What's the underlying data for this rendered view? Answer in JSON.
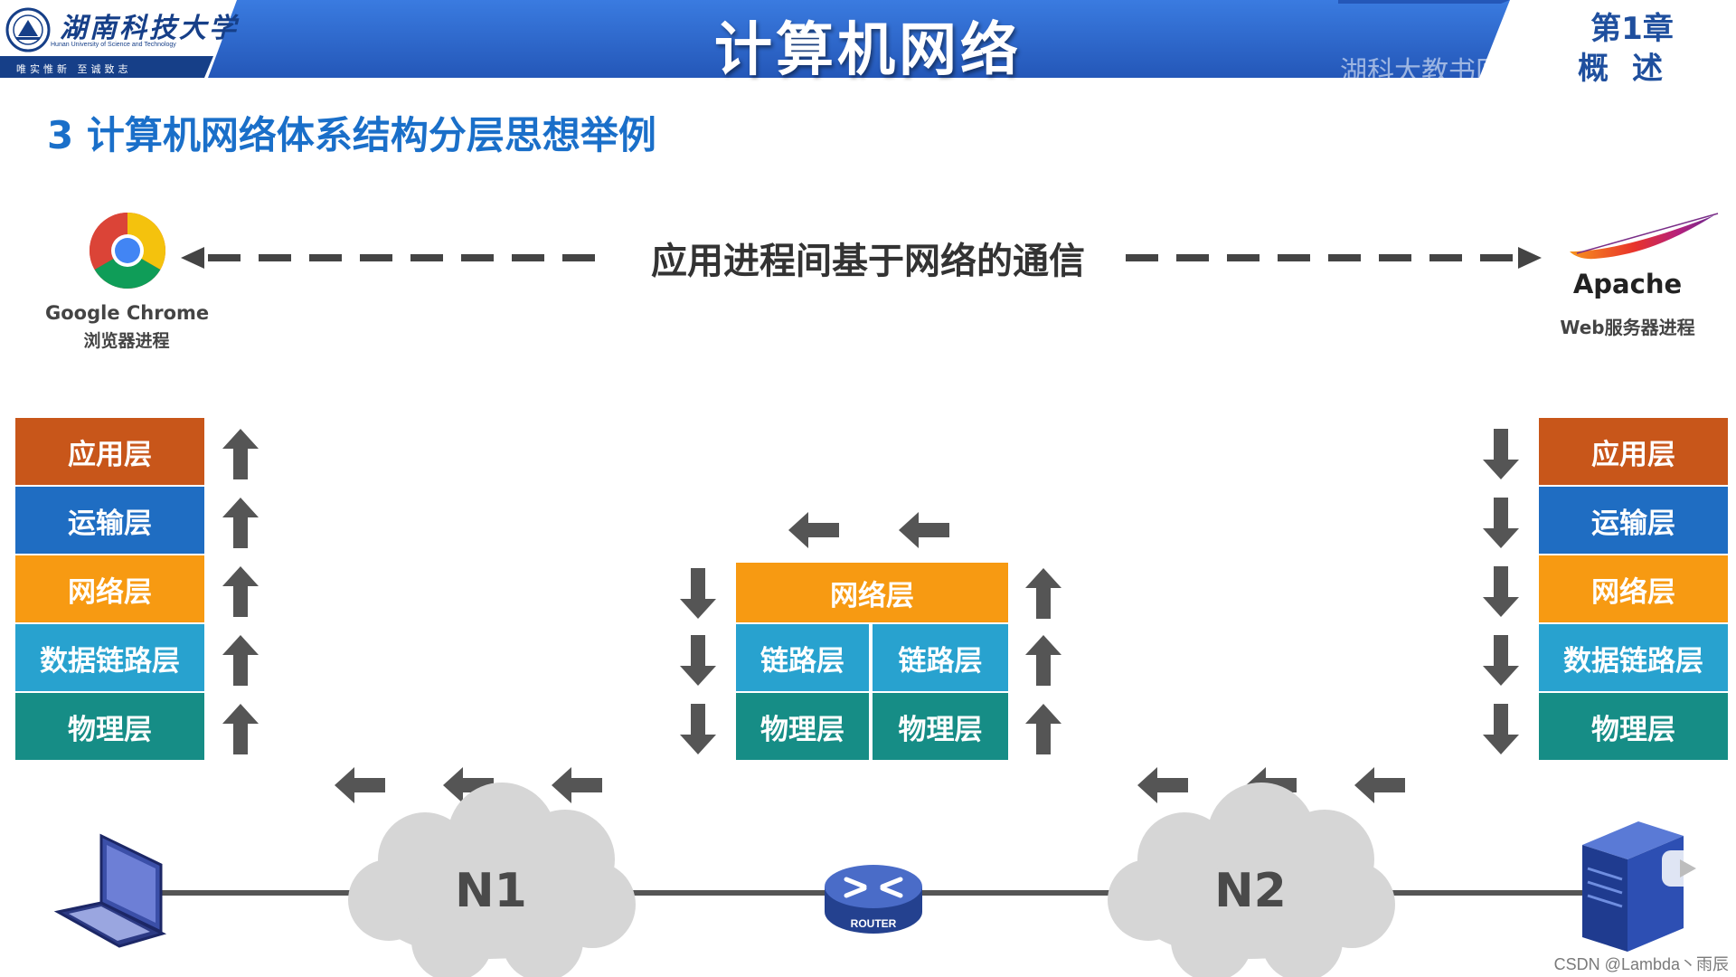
{
  "header": {
    "university_name": "湖南科技大学",
    "university_en": "Hunan University of Science and Technology",
    "university_motto": "唯实惟新 至诚致志",
    "title": "计算机网络",
    "watermark": "湖科大教书匠",
    "chapter": "第1章",
    "chapter_subtitle": "概述"
  },
  "slide": {
    "heading": "3 计算机网络体系结构分层思想举例"
  },
  "communication": {
    "label": "应用进程间基于网络的通信",
    "client_name": "Google Chrome",
    "client_desc": "浏览器进程",
    "server_name": "Apache",
    "server_desc": "Web服务器进程"
  },
  "layers": {
    "application": "应用层",
    "transport": "运输层",
    "network": "网络层",
    "datalink": "数据链路层",
    "physical": "物理层",
    "link_short": "链路层"
  },
  "network": {
    "n1": "N1",
    "n2": "N2",
    "router": "ROUTER"
  },
  "footer": {
    "credit": "CSDN @Lambda丶雨辰"
  },
  "colors": {
    "application": "#c8561a",
    "transport": "#1f6dc2",
    "network": "#f79a12",
    "datalink": "#28a2cf",
    "physical": "#168d86",
    "header_blue": "#2f6fd0",
    "arrow_gray": "#555555"
  }
}
